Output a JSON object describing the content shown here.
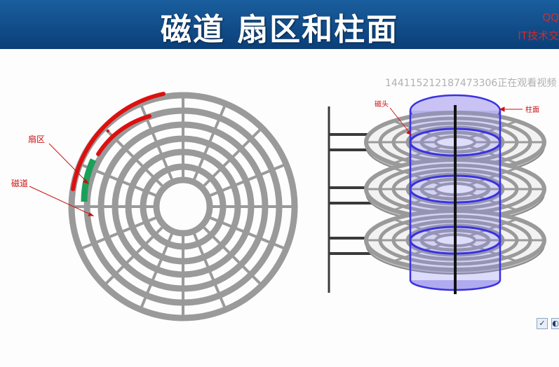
{
  "slide": {
    "title": "磁道 扇区和柱面",
    "corner_line1": "QQ",
    "corner_line2": "IT技术交",
    "watermark": "144115212187473306正在观看视频",
    "labels": {
      "sector": "扇区",
      "track": "磁道",
      "head": "磁头",
      "cylinder": "柱面"
    }
  },
  "colors": {
    "header": "#0f4c8c",
    "track": "#9a9a9a",
    "highlight_track": "#dd1010",
    "highlight_sector": "#1aa058",
    "cylinder": "#3a32e0",
    "cylinder_fill": "#b0aaf0",
    "label": "#cc1111"
  },
  "toolbar": {
    "icon1": "checkbox-icon",
    "icon2": "cursor-icon"
  }
}
